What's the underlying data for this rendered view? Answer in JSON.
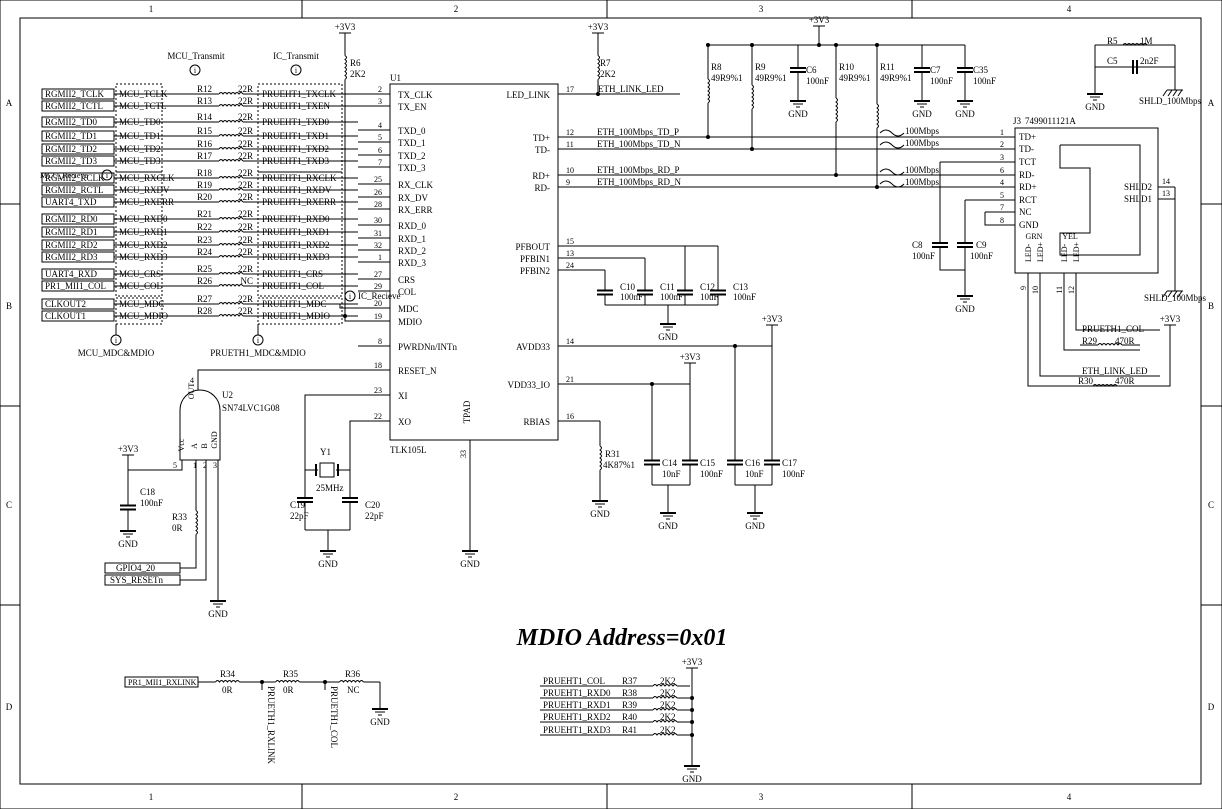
{
  "frame": {
    "columns": [
      "1",
      "2",
      "3",
      "4"
    ],
    "rows": [
      "A",
      "B",
      "C",
      "D"
    ]
  },
  "title_note": "MDIO Address=0x01",
  "power": {
    "v33": "+3V3",
    "gnd": "GND",
    "shld": "SHLD_100Mbps"
  },
  "u1": {
    "ref": "U1",
    "part": "TLK105L",
    "left_pins": [
      {
        "num": "2",
        "name": "TX_CLK"
      },
      {
        "num": "3",
        "name": "TX_EN"
      },
      {
        "num": "4",
        "name": "TXD_0"
      },
      {
        "num": "5",
        "name": "TXD_1"
      },
      {
        "num": "6",
        "name": "TXD_2"
      },
      {
        "num": "7",
        "name": "TXD_3"
      },
      {
        "num": "25",
        "name": "RX_CLK"
      },
      {
        "num": "26",
        "name": "RX_DV"
      },
      {
        "num": "28",
        "name": "RX_ERR"
      },
      {
        "num": "30",
        "name": "RXD_0"
      },
      {
        "num": "31",
        "name": "RXD_1"
      },
      {
        "num": "32",
        "name": "RXD_2"
      },
      {
        "num": "1",
        "name": "RXD_3"
      },
      {
        "num": "27",
        "name": "CRS"
      },
      {
        "num": "29",
        "name": "COL"
      },
      {
        "num": "20",
        "name": "MDC"
      },
      {
        "num": "19",
        "name": "MDIO"
      },
      {
        "num": "8",
        "name": "PWRDNn/INTn"
      },
      {
        "num": "18",
        "name": "RESET_N"
      },
      {
        "num": "23",
        "name": "XI"
      },
      {
        "num": "22",
        "name": "XO"
      }
    ],
    "right_pins": [
      {
        "num": "17",
        "name": "LED_LINK"
      },
      {
        "num": "12",
        "name": "TD+"
      },
      {
        "num": "11",
        "name": "TD-"
      },
      {
        "num": "10",
        "name": "RD+"
      },
      {
        "num": "9",
        "name": "RD-"
      },
      {
        "num": "15",
        "name": "PFBOUT"
      },
      {
        "num": "13",
        "name": "PFBIN1"
      },
      {
        "num": "24",
        "name": "PFBIN2"
      },
      {
        "num": "14",
        "name": "AVDD33"
      },
      {
        "num": "21",
        "name": "VDD33_IO"
      },
      {
        "num": "16",
        "name": "RBIAS"
      }
    ],
    "bottom_pin": {
      "num": "33",
      "name": "TPAD"
    }
  },
  "bus_rows": [
    {
      "port": "RGMII2_TCLK",
      "mcu": "MCU_TCLK",
      "ref": "R12",
      "val": "22R",
      "pru": "PRUEHT1_TXCLK"
    },
    {
      "port": "RGMII2_TCTL",
      "mcu": "MCU_TCTL",
      "ref": "R13",
      "val": "22R",
      "pru": "PRUEHT1_TXEN"
    },
    {
      "port": "RGMII2_TD0",
      "mcu": "MCU_TD0",
      "ref": "R14",
      "val": "22R",
      "pru": "PRUEHT1_TXD0"
    },
    {
      "port": "RGMII2_TD1",
      "mcu": "MCU_TD1",
      "ref": "R15",
      "val": "22R",
      "pru": "PRUEHT1_TXD1"
    },
    {
      "port": "RGMII2_TD2",
      "mcu": "MCU_TD2",
      "ref": "R16",
      "val": "22R",
      "pru": "PRUEHT1_TXD2"
    },
    {
      "port": "RGMII2_TD3",
      "mcu": "MCU_TD3",
      "ref": "R17",
      "val": "22R",
      "pru": "PRUEHT1_TXD3"
    },
    {
      "port": "RGMII2_RCLK",
      "mcu": "MCU_RXCLK",
      "ref": "R18",
      "val": "22R",
      "pru": "PRUEHT1_RXCLK"
    },
    {
      "port": "RGMII2_RCTL",
      "mcu": "MCU_RXDV",
      "ref": "R19",
      "val": "22R",
      "pru": "PRUEHT1_RXDV"
    },
    {
      "port": "UART4_TXD",
      "mcu": "MCU_RXERR",
      "ref": "R20",
      "val": "22R",
      "pru": "PRUEHT1_RXERR"
    },
    {
      "port": "RGMII2_RD0",
      "mcu": "MCU_RXD0",
      "ref": "R21",
      "val": "22R",
      "pru": "PRUEHT1_RXD0"
    },
    {
      "port": "RGMII2_RD1",
      "mcu": "MCU_RXD1",
      "ref": "R22",
      "val": "22R",
      "pru": "PRUEHT1_RXD1"
    },
    {
      "port": "RGMII2_RD2",
      "mcu": "MCU_RXD2",
      "ref": "R23",
      "val": "22R",
      "pru": "PRUEHT1_RXD2"
    },
    {
      "port": "RGMII2_RD3",
      "mcu": "MCU_RXD3",
      "ref": "R24",
      "val": "22R",
      "pru": "PRUEHT1_RXD3"
    },
    {
      "port": "UART4_RXD",
      "mcu": "MCU_CRS",
      "ref": "R25",
      "val": "22R",
      "pru": "PRUEHT1_CRS"
    },
    {
      "port": "PR1_MII1_COL",
      "mcu": "MCU_COL",
      "ref": "R26",
      "val": "NC",
      "pru": "PRUEHT1_COL"
    },
    {
      "port": "CLKOUT2",
      "mcu": "MCU_MDC",
      "ref": "R27",
      "val": "22R",
      "pru": "PRUEHT1_MDC"
    },
    {
      "port": "CLKOUT1",
      "mcu": "MCU_MDIO",
      "ref": "R28",
      "val": "22R",
      "pru": "PRUEHT1_MDIO"
    }
  ],
  "groups": {
    "mcu_transmit": "MCU_Transmit",
    "ic_transmit": "IC_Transmit",
    "mcu_recieve": "MCU_Recieve",
    "ic_recieve": "IC_Recieve",
    "mcu_mdc_mdio": "MCU_MDC&MDIO",
    "prueth_mdc_mdio": "PRUETH1_MDC&MDIO"
  },
  "info_glyph": "i",
  "nets": {
    "eth_link_led": "ETH_LINK_LED",
    "td_p": "ETH_100Mbps_TD_P",
    "td_n": "ETH_100Mbps_TD_N",
    "rd_p": "ETH_100Mbps_RD_P",
    "rd_n": "ETH_100Mbps_RD_N",
    "diff_tag": "100Mbps",
    "prueth_col": "PRUETH1_COL",
    "gpio": "GPIO4_20",
    "sys_reset": "SYS_RESETn",
    "rxlink": "PR1_MII1_RXLINK",
    "prueth_rxlink": "PRUETH1_RXLINK",
    "prueth_col_v": "PRUETH1_COL"
  },
  "parts": {
    "r6": {
      "ref": "R6",
      "val": "2K2"
    },
    "r7": {
      "ref": "R7",
      "val": "2K2"
    },
    "r8": {
      "ref": "R8",
      "val": "49R9%1"
    },
    "r9": {
      "ref": "R9",
      "val": "49R9%1"
    },
    "r10": {
      "ref": "R10",
      "val": "49R9%1"
    },
    "r11": {
      "ref": "R11",
      "val": "49R9%1"
    },
    "c6": {
      "ref": "C6",
      "val": "100nF"
    },
    "c7": {
      "ref": "C7",
      "val": "100nF"
    },
    "c35": {
      "ref": "C35",
      "val": "100nF"
    },
    "r5": {
      "ref": "R5",
      "val": "1M"
    },
    "c5": {
      "ref": "C5",
      "val": "2n2F"
    },
    "c8": {
      "ref": "C8",
      "val": "100nF"
    },
    "c9": {
      "ref": "C9",
      "val": "100nF"
    },
    "c10": {
      "ref": "C10",
      "val": "100nF"
    },
    "c11": {
      "ref": "C11",
      "val": "100nF"
    },
    "c12": {
      "ref": "C12",
      "val": "10uF"
    },
    "c13": {
      "ref": "C13",
      "val": "100nF"
    },
    "c14": {
      "ref": "C14",
      "val": "10nF"
    },
    "c15": {
      "ref": "C15",
      "val": "100nF"
    },
    "c16": {
      "ref": "C16",
      "val": "10nF"
    },
    "c17": {
      "ref": "C17",
      "val": "100nF"
    },
    "r31": {
      "ref": "R31",
      "val": "4K87%1"
    },
    "y1": {
      "ref": "Y1",
      "val": "25MHz"
    },
    "c19": {
      "ref": "C19",
      "val": "22pF"
    },
    "c20": {
      "ref": "C20",
      "val": "22pF"
    },
    "c18": {
      "ref": "C18",
      "val": "100nF"
    },
    "r33": {
      "ref": "R33",
      "val": "0R"
    },
    "u2": {
      "ref": "U2",
      "val": "SN74LVC1G08"
    },
    "r29": {
      "ref": "R29",
      "val": "470R"
    },
    "r30": {
      "ref": "R30",
      "val": "470R"
    },
    "r34": {
      "ref": "R34",
      "val": "0R"
    },
    "r35": {
      "ref": "R35",
      "val": "0R"
    },
    "r36": {
      "ref": "R36",
      "val": "NC"
    }
  },
  "u2_pins": {
    "vcc": "Vcc",
    "a": "A",
    "b": "B",
    "gnd": "GND",
    "out": "OUT",
    "p5": "5",
    "p1": "1",
    "p2": "2",
    "p3": "3",
    "p4": "4"
  },
  "j3": {
    "ref": "J3",
    "part": "7499011121A",
    "pins": [
      {
        "num": "1",
        "name": "TD+"
      },
      {
        "num": "2",
        "name": "TD-"
      },
      {
        "num": "3",
        "name": "TCT"
      },
      {
        "num": "6",
        "name": "RD-"
      },
      {
        "num": "4",
        "name": "RD+"
      },
      {
        "num": "5",
        "name": "RCT"
      },
      {
        "num": "7",
        "name": "NC"
      },
      {
        "num": "8",
        "name": "GND"
      }
    ],
    "shld": [
      {
        "num": "14",
        "name": "SHLD2"
      },
      {
        "num": "13",
        "name": "SHLD1"
      }
    ],
    "led_labels": [
      "GRN",
      "YEL"
    ],
    "led_pins": [
      "LED-",
      "LED+",
      "LED-",
      "LED+"
    ],
    "led_nums": [
      "9",
      "10",
      "11",
      "12"
    ]
  },
  "pullups": [
    {
      "net": "PRUEHT1_COL",
      "ref": "R37",
      "val": "2K2"
    },
    {
      "net": "PRUEHT1_RXD0",
      "ref": "R38",
      "val": "2K2"
    },
    {
      "net": "PRUEHT1_RXD1",
      "ref": "R39",
      "val": "2K2"
    },
    {
      "net": "PRUEHT1_RXD2",
      "ref": "R40",
      "val": "2K2"
    },
    {
      "net": "PRUEHT1_RXD3",
      "ref": "R41",
      "val": "2K2"
    }
  ]
}
